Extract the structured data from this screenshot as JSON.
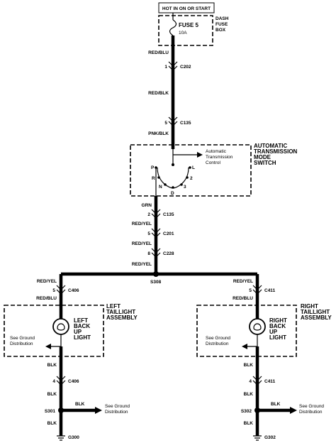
{
  "power_header": "HOT IN ON OR START",
  "fuse": {
    "name": "FUSE 5",
    "rating": "10A",
    "box_line1": "DASH",
    "box_line2": "FUSE",
    "box_line3": "BOX"
  },
  "main_wires": [
    {
      "color": "RED/BLU",
      "pin": "1",
      "connector": "C202"
    },
    {
      "color": "RED/BLK",
      "pin": "5",
      "connector": "C135"
    },
    {
      "color": "PNK/BLK"
    }
  ],
  "switch": {
    "title_line1": "AUTOMATIC",
    "title_line2": "TRANSMISSION",
    "title_line3": "MODE",
    "title_line4": "SWITCH",
    "output_line1": "Automatic",
    "output_line2": "Transmission",
    "output_line3": "Control",
    "positions": [
      "P",
      "R",
      "N",
      "D",
      "3",
      "2",
      "L"
    ]
  },
  "lower_wires": [
    {
      "color": "GRN",
      "pin": "2",
      "connector": "C135"
    },
    {
      "color": "RED/YEL",
      "pin": "5",
      "connector": "C201"
    },
    {
      "color": "RED/YEL",
      "pin": "8",
      "connector": "C228"
    },
    {
      "color": "RED/YEL"
    }
  ],
  "splice": "S308",
  "left": {
    "wire_top": "RED/YEL",
    "pin_top": "5",
    "conn_top": "C406",
    "wire_mid": "RED/BLU",
    "title_line1": "LEFT",
    "title_line2": "TAILLIGHT",
    "title_line3": "ASSEMBLY",
    "bulb_line1": "LEFT",
    "bulb_line2": "BACK",
    "bulb_line3": "UP",
    "bulb_line4": "LIGHT",
    "ground_note_line1": "See Ground",
    "ground_note_line2": "Distribution",
    "wire_low": "BLK",
    "pin_low": "4",
    "conn_low": "C406",
    "wire_low2": "BLK",
    "splice": "S301",
    "branch_wire": "BLK",
    "branch_note_line1": "See Ground",
    "branch_note_line2": "Distribution",
    "wire_end": "BLK",
    "ground": "G300"
  },
  "right": {
    "wire_top": "RED/YEL",
    "pin_top": "5",
    "conn_top": "C411",
    "wire_mid": "RED/BLU",
    "title_line1": "RIGHT",
    "title_line2": "TAILLIGHT",
    "title_line3": "ASSEMBLY",
    "bulb_line1": "RIGHT",
    "bulb_line2": "BACK",
    "bulb_line3": "UP",
    "bulb_line4": "LIGHT",
    "ground_note_line1": "See Ground",
    "ground_note_line2": "Distribution",
    "wire_low": "BLK",
    "pin_low": "4",
    "conn_low": "C411",
    "wire_low2": "BLK",
    "splice": "S302",
    "branch_wire": "BLK",
    "branch_note_line1": "See Ground",
    "branch_note_line2": "Distribution",
    "wire_end": "BLK",
    "ground": "G302"
  }
}
